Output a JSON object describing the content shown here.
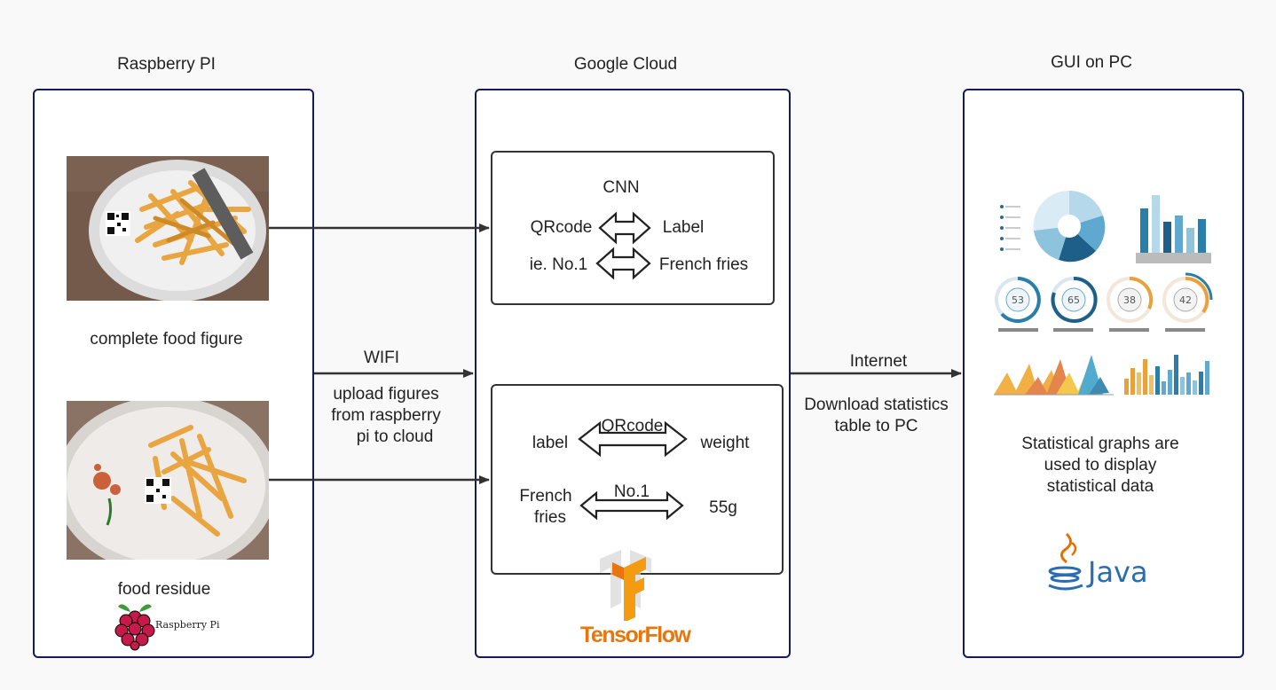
{
  "columns": {
    "left_title": "Raspberry PI",
    "middle_title": "Google Cloud",
    "right_title": "GUI on PC"
  },
  "left": {
    "caption_complete": "complete food figure",
    "caption_residue": "food residue",
    "logo_text": "Raspberry Pi"
  },
  "cnn_box": {
    "title": "CNN",
    "left1": "QRcode",
    "right1": "Label",
    "left2": "ie. No.1",
    "right2": "French fries"
  },
  "weight_box": {
    "left1": "label",
    "arrow1_label": "QRcode",
    "right1": "weight",
    "left2_line1": "French",
    "left2_line2": "fries",
    "arrow2_label": "No.1",
    "right2": "55g"
  },
  "middle": {
    "logo_text": "TensorFlow"
  },
  "connector_left": {
    "label": "WIFI",
    "desc_line1": "upload figures",
    "desc_line2": "from raspberry",
    "desc_line3": "pi to cloud"
  },
  "connector_right": {
    "label": "Internet",
    "desc_line1": "Download statistics",
    "desc_line2": "table to PC"
  },
  "right": {
    "desc_line1": "Statistical graphs are",
    "desc_line2": "used to display",
    "desc_line3": "statistical data",
    "logo_text": "Java",
    "dial_values": [
      "53",
      "65",
      "38",
      "42"
    ]
  },
  "colors": {
    "panel_border": "#141a5a",
    "java_blue": "#2a6db0",
    "tf_orange": "#e8760e",
    "rpi_red": "#c51a4a"
  }
}
